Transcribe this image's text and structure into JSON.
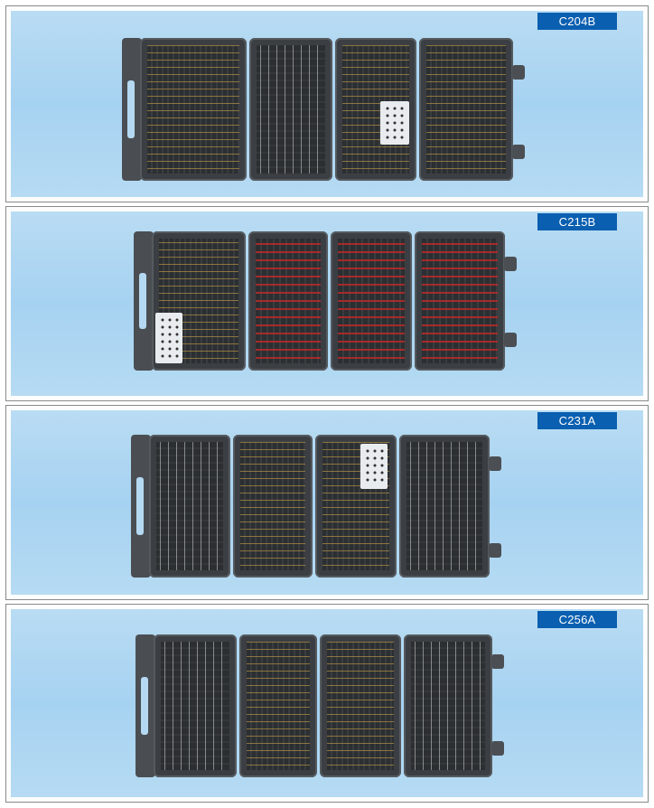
{
  "catalog": {
    "panels": [
      {
        "model_label": "C204B",
        "image_alt": "Open four-section tool case with drill bits, spade bits, hole saws and gauge plate",
        "accent": "gold"
      },
      {
        "model_label": "C215B",
        "image_alt": "Open four-section tool case with red-tagged drill bits, gold spade bits and gauge plate",
        "accent": "red"
      },
      {
        "model_label": "C231A",
        "image_alt": "Open four-section tool case with drill bits, spade bits, gauge plate, grinding stones and screwdriver",
        "accent": "gold"
      },
      {
        "model_label": "C256A",
        "image_alt": "Open four-section tool case with drill bits, spade bits, socket bits, grinding stones and screwdriver",
        "accent": "gold"
      }
    ],
    "colors": {
      "label_bg": "#0a5fb0",
      "label_text": "#ffffff",
      "panel_bg": "#a6d2f1",
      "panel_border": "#8a8a8a",
      "case_color": "#3b3f43"
    }
  }
}
